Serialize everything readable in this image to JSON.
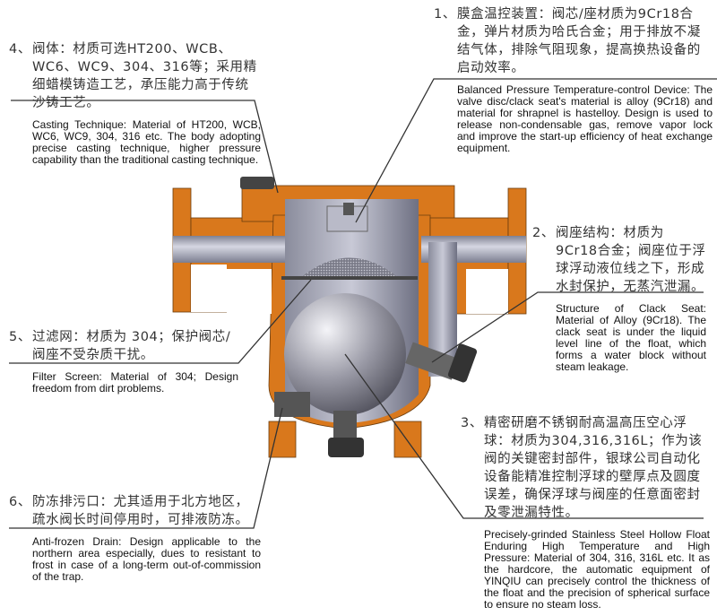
{
  "colors": {
    "body": "#d9781c",
    "steel": "#9a9cae",
    "leader": "#333333"
  },
  "annotations": [
    {
      "number": "1、",
      "cn": "膜盒温控装置：阀芯/座材质为9Cr18合金，弹片材质为哈氏合金；用于排放不凝结气体，排除气阻现象，提高换热设备的启动效率。",
      "en": "Balanced Pressure Temperature-control Device: The valve disc/clack seat's material is alloy (9Cr18) and material for shrapnel is hastelloy. Design is used to release non-condensable gas, remove vapor lock and improve the start-up efficiency of heat exchange equipment."
    },
    {
      "number": "2、",
      "cn": "阀座结构：材质为 9Cr18合金；阀座位于浮球浮动液位线之下，形成水封保护，无蒸汽泄漏。",
      "en": "Structure of Clack Seat: Material of Alloy (9Cr18). The clack seat is under the liquid level line of the float, which forms a water block without steam leakage."
    },
    {
      "number": "3、",
      "cn": "精密研磨不锈钢耐高温高压空心浮球：材质为304,316,316L；作为该阀的关键密封部件，银球公司自动化设备能精准控制浮球的壁厚点及圆度误差，确保浮球与阀座的任意面密封及零泄漏特性。",
      "en": "Precisely-grinded Stainless Steel Hollow Float Enduring High Temperature and High Pressure: Material of 304, 316, 316L etc. It as the hardcore, the automatic equipment of YINQIU can precisely control the thickness of the float and the precision of spherical surface to ensure no steam loss."
    },
    {
      "number": "4、",
      "cn": "阀体：材质可选HT200、WCB、WC6、WC9、304、316等；采用精细蜡模铸造工艺，承压能力高于传统沙铸工艺。",
      "en": "Casting Technique: Material of HT200, WCB, WC6, WC9, 304, 316 etc. The body adopting precise casting technique, higher pressure capability than the traditional casting technique."
    },
    {
      "number": "5、",
      "cn": "过滤网：材质为 304；保护阀芯/阀座不受杂质干扰。",
      "en": "Filter Screen: Material of 304; Design freedom from dirt problems."
    },
    {
      "number": "6、",
      "cn": "防冻排污口：尤其适用于北方地区，疏水阀长时间停用时，可排液防冻。",
      "en": "Anti-frozen Drain: Design applicable to the northern area especially, dues to resistant to frost in case of a long-term out-of-commission of the trap."
    }
  ]
}
